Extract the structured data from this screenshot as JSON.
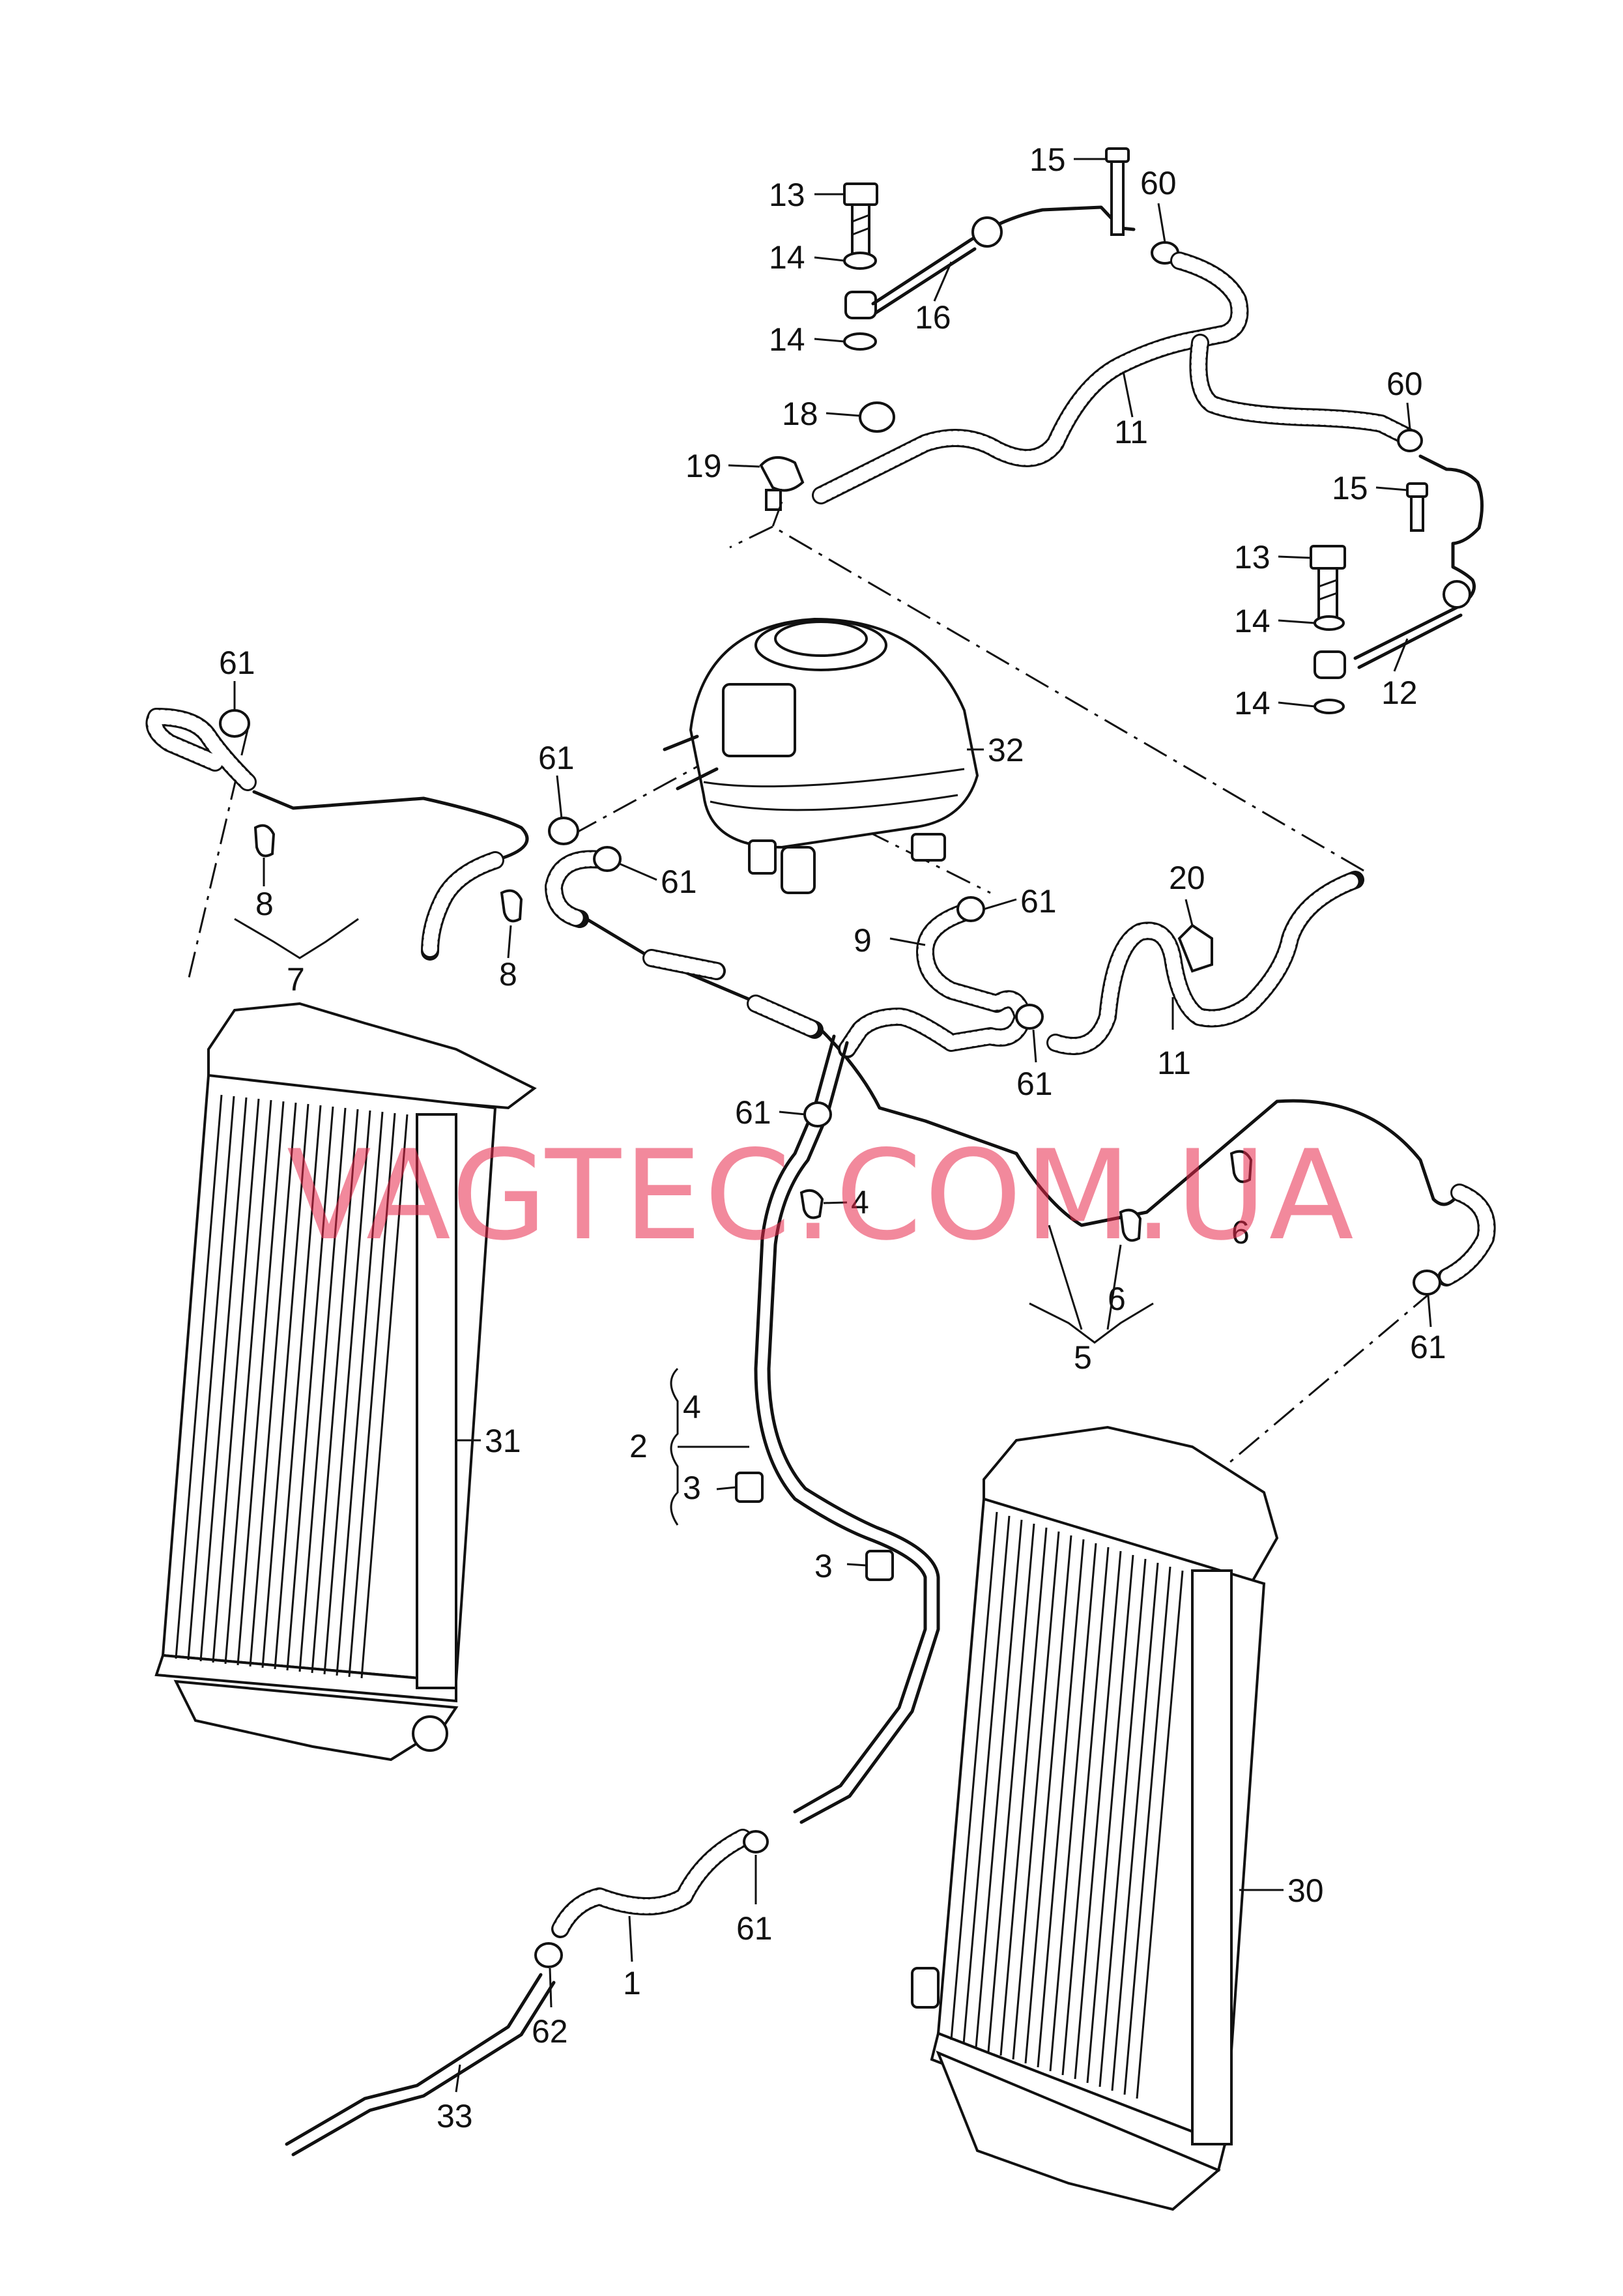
{
  "watermark": "VAGTEC.COM.UA",
  "colors": {
    "line": "#111111",
    "watermark": "#e8284a",
    "background": "#ffffff"
  },
  "labels": {
    "l13a": "13",
    "l15a": "15",
    "l60a": "60",
    "l14a": "14",
    "l16": "16",
    "l14b": "14",
    "l18": "18",
    "l11a": "11",
    "l19": "19",
    "l60b": "60",
    "l15b": "15",
    "l13b": "13",
    "l14c": "14",
    "l12": "12",
    "l14d": "14",
    "l61a": "61",
    "l32": "32",
    "l61b": "61",
    "l61c": "61",
    "l8a": "8",
    "l8b": "8",
    "l7": "7",
    "l61d": "61",
    "l20": "20",
    "l9": "9",
    "l11b": "11",
    "l61e": "61",
    "l61f": "61",
    "l4a": "4",
    "l6a": "6",
    "l6b": "6",
    "l5": "5",
    "l61g": "61",
    "l2": "2",
    "l4b": "4",
    "l3a": "3",
    "l31": "31",
    "l3b": "3",
    "l30": "30",
    "l61h": "61",
    "l1": "1",
    "l62": "62",
    "l33": "33"
  }
}
